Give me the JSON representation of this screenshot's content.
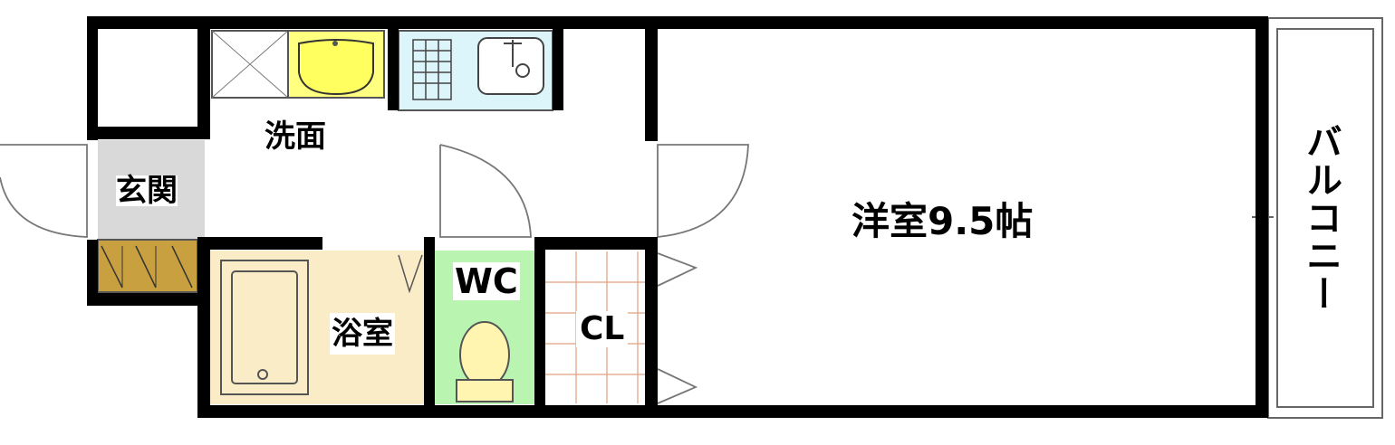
{
  "floorplan": {
    "rooms": {
      "western_room": "洋室9.5帖",
      "washroom": "洗面",
      "entrance": "玄関",
      "bathroom": "浴室",
      "toilet": "WC",
      "closet": "CL",
      "balcony": "バルコニー"
    },
    "colors": {
      "wall": "#000000",
      "washbasin": "#ffff80",
      "kitchen": "#dcf5fa",
      "bathroom_floor": "#fbecc8",
      "toilet_floor": "#b9f5b0",
      "toilet_fixture": "#fff5b0",
      "shoe_box": "#c8a040",
      "closet_grid": "#e0a080",
      "entrance_floor": "#d9d9d9"
    }
  }
}
